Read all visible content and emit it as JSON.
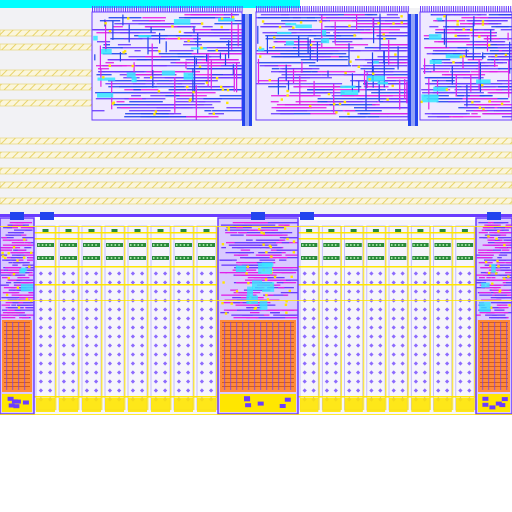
{
  "viewer": {
    "kind": "ic-layout-viewer",
    "visible_text": []
  },
  "layers": {
    "background": "#ffffff",
    "substrate": "#f2f2f5",
    "top_strip": "#00ffff",
    "metal_purple": "#6a3cff",
    "metal_blue": "#2244ee",
    "magenta": "#e020e8",
    "cyan": "#33e6ff",
    "yellow": "#ffe600",
    "orange": "#ff8a3a",
    "green": "#2a8a3a",
    "hatch_yellow": "#e7d36a",
    "grid_line": "#b9b1ff"
  },
  "structure": {
    "top_blocks": 3,
    "rail_groups": 2,
    "bottom_cells": 3,
    "resistor_columns_per_gap": 8
  }
}
